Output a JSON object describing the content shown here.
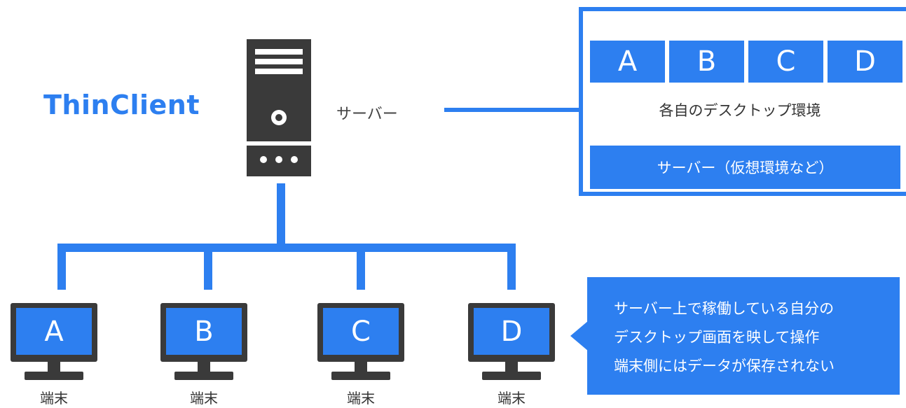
{
  "title": "ThinClient",
  "server": {
    "label": "サーバー"
  },
  "panel": {
    "tiles": [
      "A",
      "B",
      "C",
      "D"
    ],
    "desktop_caption": "各自のデスクトップ環境",
    "server_bar": "サーバー（仮想環境など）"
  },
  "terminals": [
    {
      "letter": "A",
      "label": "端末"
    },
    {
      "letter": "B",
      "label": "端末"
    },
    {
      "letter": "C",
      "label": "端末"
    },
    {
      "letter": "D",
      "label": "端末"
    }
  ],
  "callout": {
    "lines": [
      "サーバー上で稼働している自分の",
      "デスクトップ画面を映して操作",
      "端末側にはデータが保存されない"
    ]
  },
  "colors": {
    "accent": "#2d7ff0",
    "dark": "#3a3a3a"
  }
}
